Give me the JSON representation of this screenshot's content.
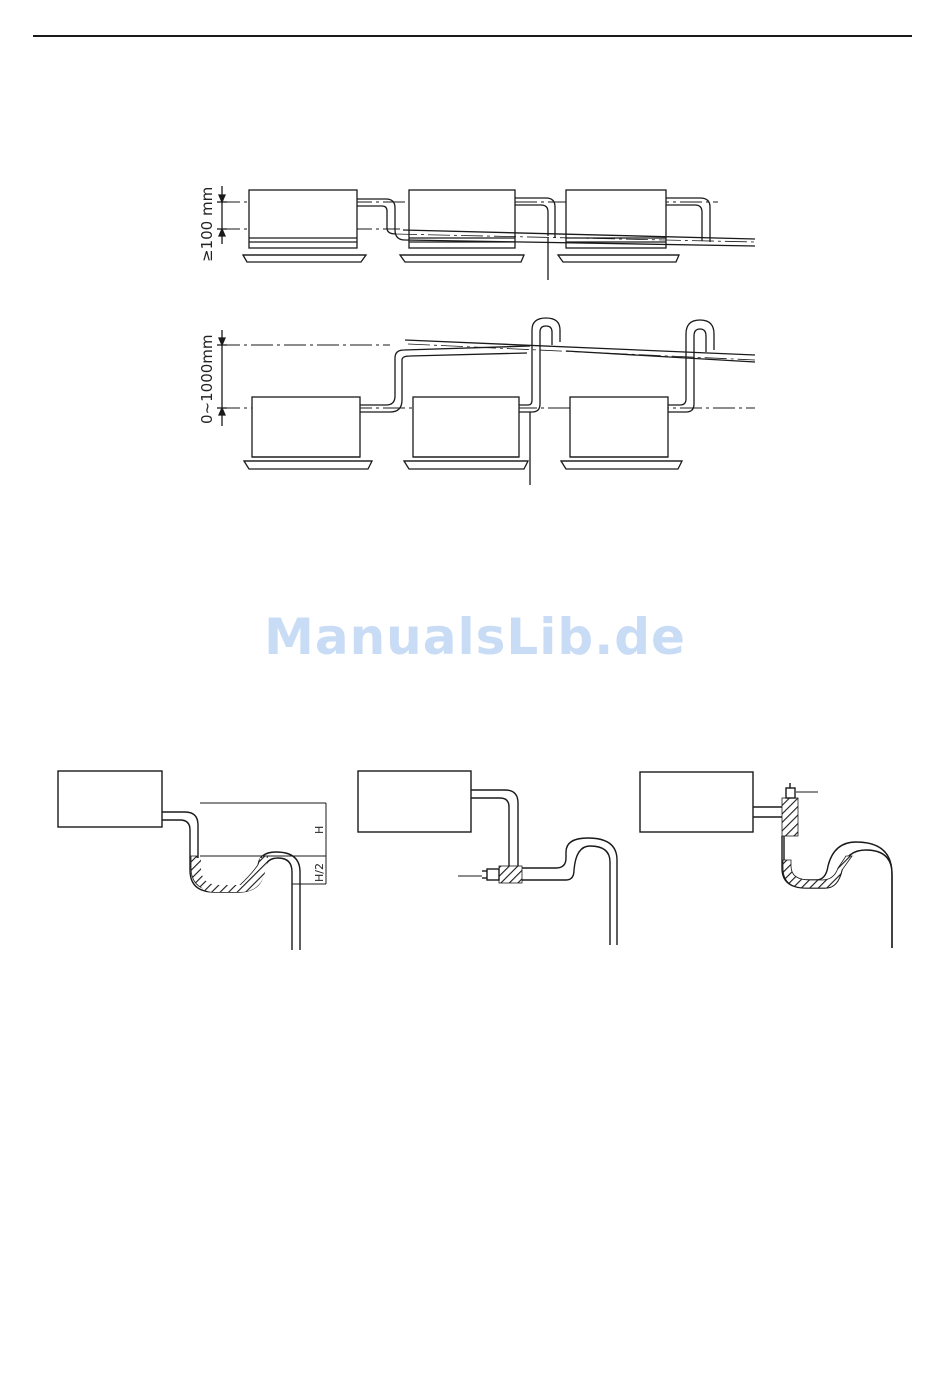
{
  "dimensions": {
    "top_min": "≥100 mm",
    "middle_range": "0~1000mm"
  },
  "trap_labels": {
    "height": "H",
    "half_height": "H/2"
  },
  "watermark": "ManualsLib.de",
  "colors": {
    "line": "#1a1a1a",
    "watermark": "#c9dcf5"
  }
}
